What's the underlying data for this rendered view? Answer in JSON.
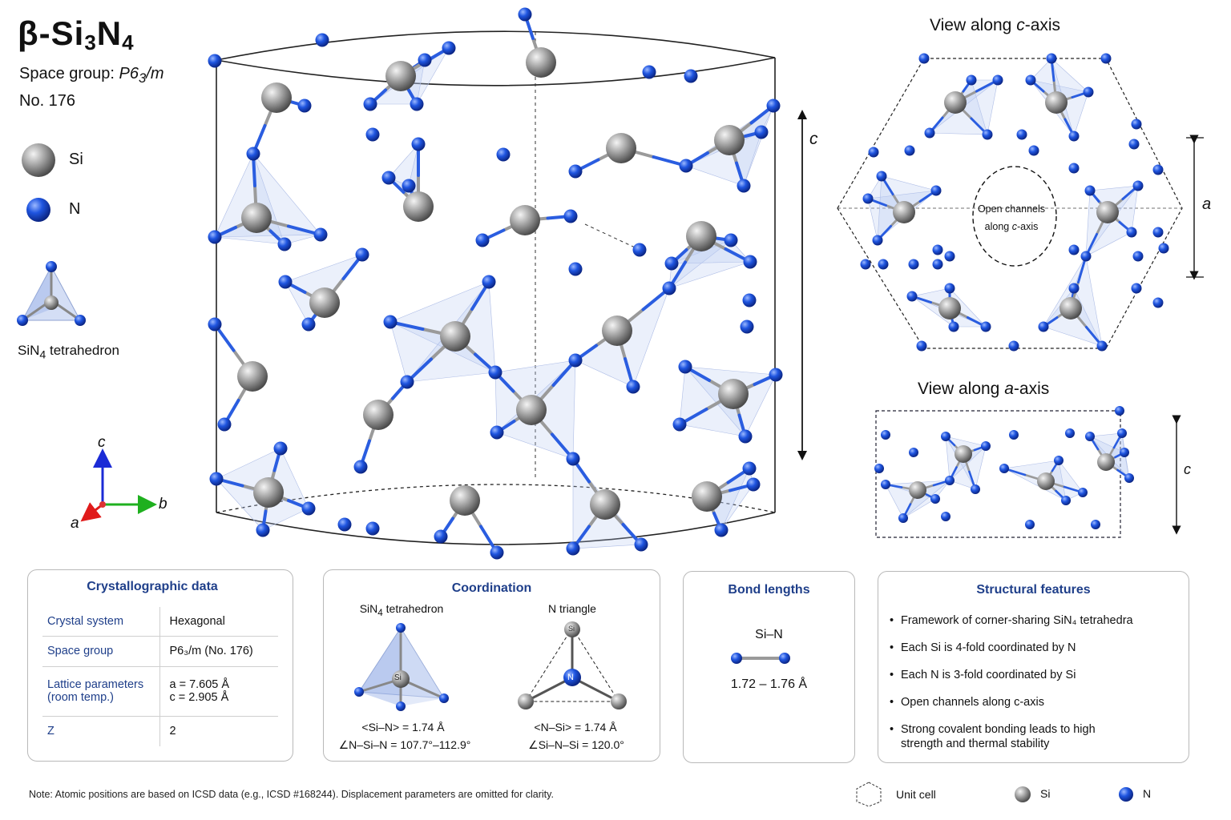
{
  "header": {
    "title_main": "β-Si",
    "title_sub1": "3",
    "title_n": "N",
    "title_sub2": "4",
    "space_group_label": "Space group:",
    "space_group_value": "P6",
    "space_group_sub": "3",
    "space_group_suffix": "/m",
    "number": "No. 176"
  },
  "legend_left": {
    "si_label": "Si",
    "n_label": "N",
    "tetra_label_pre": "SiN",
    "tetra_label_sub": "4",
    "tetra_label_post": " tetrahedron"
  },
  "axes": {
    "c": "c",
    "a": "a",
    "b": "b"
  },
  "main_structure": {
    "c_label": "c"
  },
  "view_c": {
    "title_pre": "View along ",
    "title_axis": "c",
    "title_post": "-axis",
    "channel_line1": "Open channels",
    "channel_line2_pre": "along ",
    "channel_line2_axis": "c",
    "channel_line2_post": "-axis",
    "dimension_label": "a"
  },
  "view_a": {
    "title_pre": "View along ",
    "title_axis": "a",
    "title_post": "-axis",
    "dimension_label": "c"
  },
  "crystallographic": {
    "title": "Crystallographic data",
    "rows": [
      {
        "key": "Crystal system",
        "value": "Hexagonal"
      },
      {
        "key": "Space group",
        "value": "P6₃/m (No. 176)"
      },
      {
        "key": "Lattice parameters",
        "key2": "(room temp.)",
        "value": "a = 7.605 Å",
        "value2": "c = 2.905 Å"
      },
      {
        "key": "Z",
        "value": "2"
      }
    ]
  },
  "coordination": {
    "title": "Coordination",
    "tetra_title_pre": "SiN",
    "tetra_title_sub": "4",
    "tetra_title_post": " tetrahedron",
    "tetra_center": "Si",
    "tetra_bond": "<Si–N> = 1.74 Å",
    "tetra_angle": "∠N–Si–N = 107.7°–112.9°",
    "tri_title": "N triangle",
    "tri_center": "N",
    "tri_vertex": "Si",
    "tri_bond": "<N–Si> = 1.74 Å",
    "tri_angle": "∠Si–N–Si = 120.0°"
  },
  "bonds": {
    "title": "Bond lengths",
    "label": "Si–N",
    "range": "1.72 – 1.76 Å"
  },
  "features": {
    "title": "Structural features",
    "items": [
      "Framework of corner-sharing SiN₄ tetrahedra",
      "Each Si is 4-fold coordinated by N",
      "Each N is 3-fold coordinated by Si",
      "Open channels along c-axis",
      "Strong covalent bonding leads to high strength and thermal stability"
    ]
  },
  "footer": {
    "note": "Note: Atomic positions are based on ICSD data (e.g., ICSD #168244). Displacement parameters are omitted for clarity.",
    "unit_cell": "Unit cell",
    "si": "Si",
    "n": "N"
  },
  "colors": {
    "si": "#9a9a9a",
    "n": "#1d4fd8",
    "polyhedron": "#b7c8ef",
    "heading": "#1f3f8a"
  }
}
